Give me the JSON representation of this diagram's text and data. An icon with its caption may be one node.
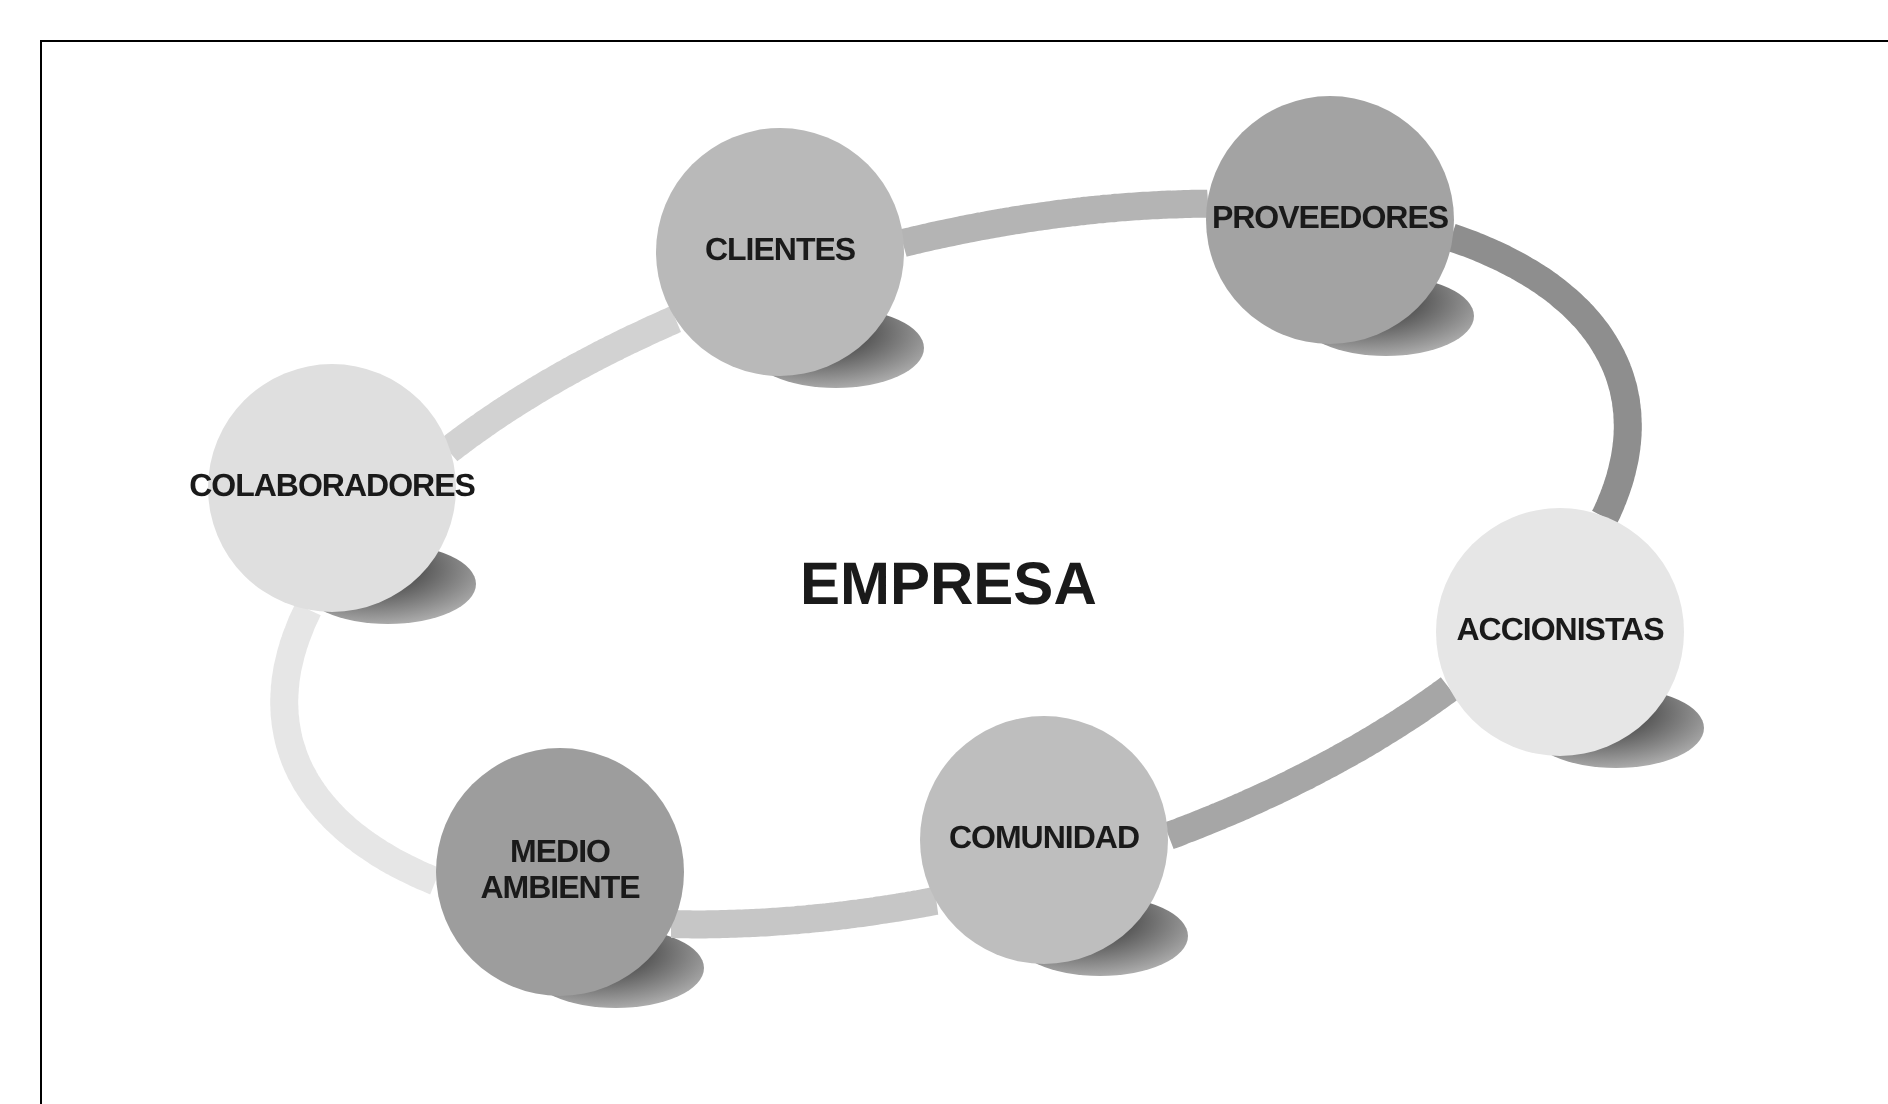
{
  "diagram": {
    "nodes": [
      {
        "text": [
          "CLIENTES"
        ]
      },
      {
        "text": [
          "PROVEEDORES"
        ]
      },
      {
        "text": [
          "COLABORADORES"
        ]
      },
      {
        "text": [
          "ACCIONISTAS"
        ]
      },
      {
        "text": [
          "MEDIO AMBIENTE"
        ]
      },
      {
        "text": [
          "COMUNIDAD"
        ]
      }
    ],
    "edges": [
      {
        "from": 2,
        "to": 0,
        "arrow": "none",
        "color": "#d2d2d2"
      },
      {
        "from": 0,
        "to": 1,
        "arrow": "none",
        "color": "#b4b4b4"
      },
      {
        "from": 1,
        "to": 3,
        "arrow": "none",
        "color": "#8e8e8e"
      },
      {
        "from": 3,
        "to": 5,
        "arrow": "none",
        "color": "#a6a6a6"
      },
      {
        "from": 5,
        "to": 4,
        "arrow": "none",
        "color": "#c6c6c6"
      },
      {
        "from": 4,
        "to": 2,
        "arrow": "none",
        "color": "#e6e6e6"
      }
    ],
    "labels": [
      "EMPRESA"
    ]
  }
}
